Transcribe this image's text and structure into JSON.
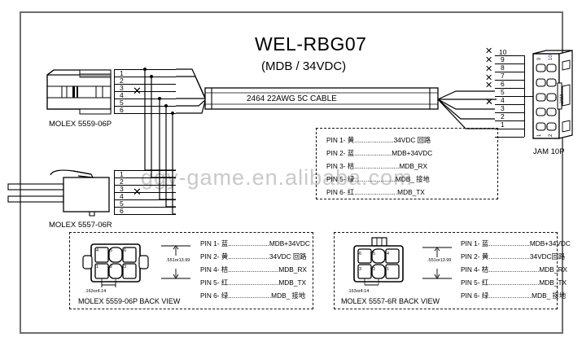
{
  "title": "WEL-RBG07",
  "subtitle": "(MDB / 34VDC)",
  "cable": {
    "label": "2464 22AWG 5C CABLE"
  },
  "watermark": "ggy-game.en.alibaba.com",
  "connectors": {
    "left_top": {
      "label": "MOLEX 5559-06P",
      "pins": [
        "1",
        "2",
        "3",
        "4",
        "5",
        "6"
      ],
      "nc_pins": [
        "3",
        "4"
      ]
    },
    "left_bottom": {
      "label": "MOLEX 5557-06R",
      "pins": [
        "1",
        "2",
        "3",
        "4",
        "5",
        "6"
      ],
      "nc_pins": [
        "3",
        "4"
      ]
    },
    "right": {
      "label": "JAM 10P",
      "pins": [
        "10",
        "9",
        "8",
        "7",
        "6",
        "5",
        "4",
        "3",
        "2",
        "1"
      ],
      "nc_pins": [
        "10",
        "9",
        "8",
        "7",
        "6",
        "4",
        "3"
      ],
      "body_top_numbers": [
        "9",
        "10"
      ],
      "body_bottom_numbers": [
        "1",
        "2"
      ],
      "body_side_text": "JAM"
    }
  },
  "legend_main": {
    "rows": [
      {
        "pin": "PIN 1-",
        "color": "黄",
        "dots": ".....................",
        "signal": "34VDC 回路"
      },
      {
        "pin": "PIN 2-",
        "color": "蓝",
        "dots": "....................",
        "signal": "MDB+34VDC"
      },
      {
        "pin": "PIN 3-",
        "color": "桔",
        "dots": "........................",
        "signal": "MDB_RX"
      },
      {
        "pin": "PIN 5-",
        "color": "绿",
        "dots": "......................",
        "signal": "MDB_ 接地"
      },
      {
        "pin": "PIN 6-",
        "color": "红",
        "dots": ".......................",
        "signal": "MDB_TX"
      }
    ]
  },
  "detail_left": {
    "caption": "MOLEX 5559-06P BACK VIEW",
    "pins_top": [
      "4",
      "5",
      "6"
    ],
    "pins_bottom": [
      "1",
      "2",
      "3"
    ],
    "dim_vertical": ".551or13.99",
    "dim_horizontal": ".163or4.14",
    "legend": [
      {
        "pin": "PIN 1-",
        "color": "蓝",
        "dots": "......................",
        "signal": "MDB+34VDC"
      },
      {
        "pin": "PIN 2-",
        "color": "黄",
        "dots": "......................",
        "signal": "34VDC 回路"
      },
      {
        "pin": "PIN 4-",
        "color": "桔",
        "dots": "...........................",
        "signal": "MDB_RX"
      },
      {
        "pin": "PIN 5-",
        "color": "红",
        "dots": "...........................",
        "signal": "MDB_TX"
      },
      {
        "pin": "PIN 6-",
        "color": "绿",
        "dots": ".......................",
        "signal": "MDB_ 接地"
      }
    ]
  },
  "detail_right": {
    "caption": "MOLEX 5557-6R BACK VIEW",
    "pins_top": [
      "6",
      "5",
      "4"
    ],
    "pins_bottom": [
      "3",
      "2",
      "1"
    ],
    "dim_vertical": ".551or13.99",
    "dim_horizontal": ".163or4.14",
    "legend": [
      {
        "pin": "PIN 1-",
        "color": "蓝",
        "dots": "......................",
        "signal": "MDB+34VDC"
      },
      {
        "pin": "PIN 2-",
        "color": "黄",
        "dots": "......................",
        "signal": "34VDC回路"
      },
      {
        "pin": "PIN 4-",
        "color": "桔",
        "dots": "...........................",
        "signal": "MDB_RX"
      },
      {
        "pin": "PIN 5-",
        "color": "红",
        "dots": "...........................",
        "signal": "MDB_TX"
      },
      {
        "pin": "PIN 6-",
        "color": "绿",
        "dots": ".......................",
        "signal": "MDB_ 接地"
      }
    ]
  }
}
